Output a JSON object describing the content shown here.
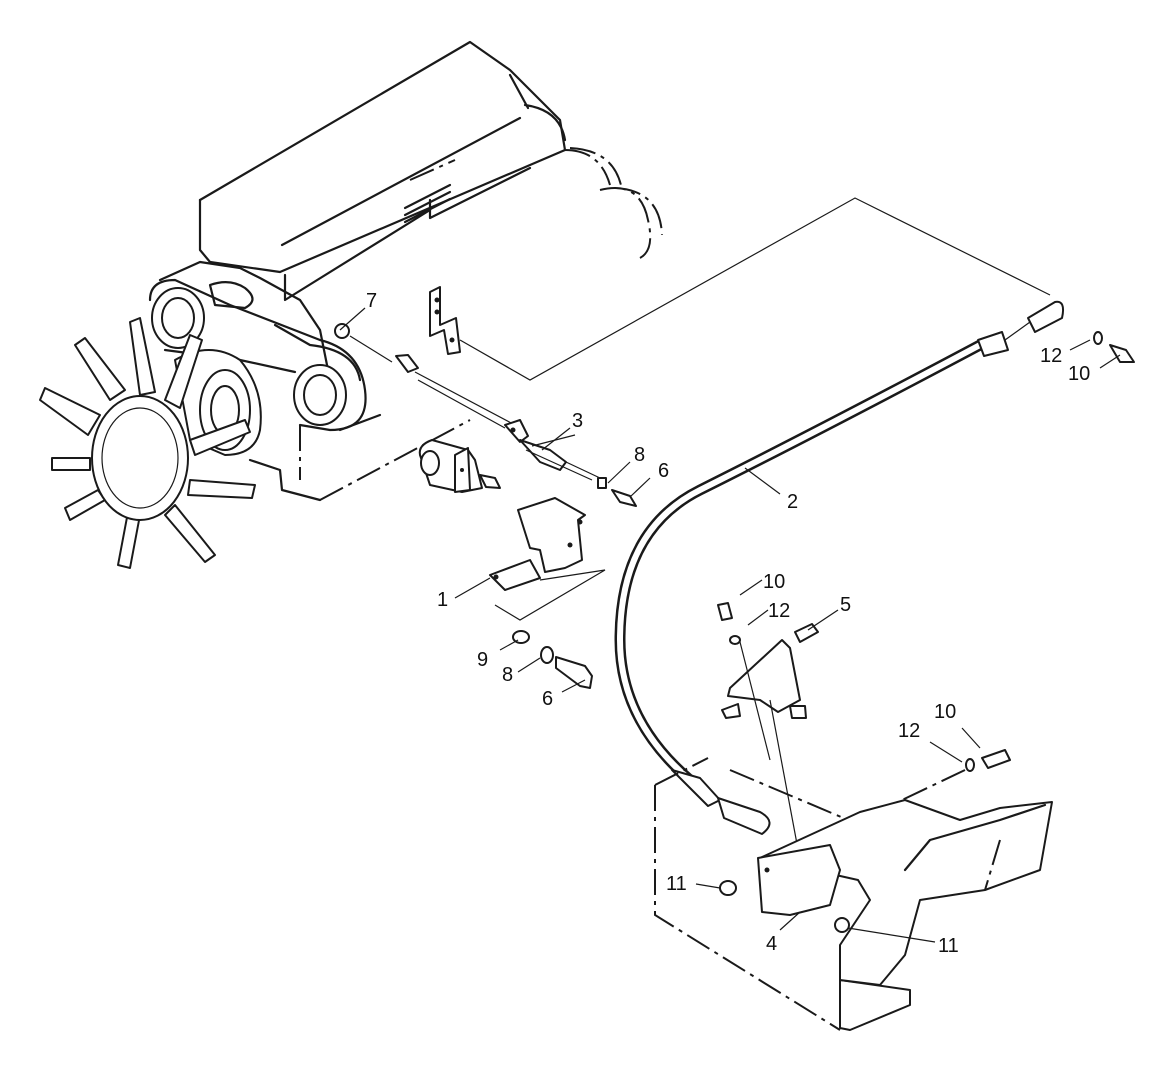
{
  "callouts": {
    "c1": "1",
    "c2": "2",
    "c3": "3",
    "c4": "4",
    "c5": "5",
    "c6a": "6",
    "c6b": "6",
    "c7": "7",
    "c8a": "8",
    "c8b": "8",
    "c9": "9",
    "c10a": "10",
    "c10b": "10",
    "c10c": "10",
    "c11a": "11",
    "c11b": "11",
    "c12a": "12",
    "c12b": "12",
    "c12c": "12"
  }
}
